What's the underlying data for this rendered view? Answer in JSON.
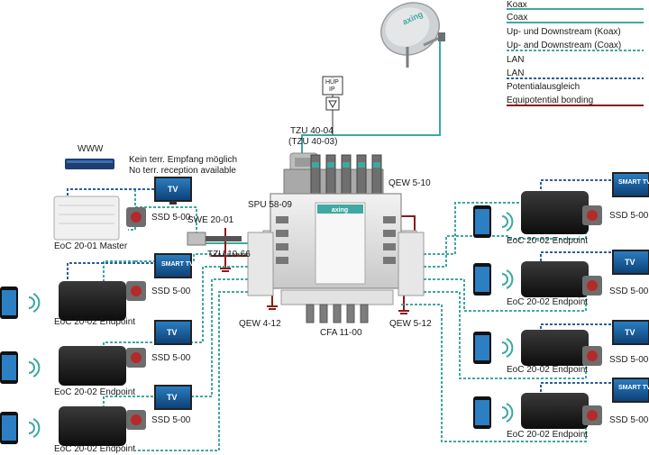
{
  "legend": [
    {
      "label": "Koax",
      "color": "#3fa8a0",
      "style": "solid"
    },
    {
      "label": "Coax",
      "color": "#3fa8a0",
      "style": "solid"
    },
    {
      "label": "Up- und Downstream (Koax)",
      "color": "#3fa8a0",
      "style": "dotted"
    },
    {
      "label": "Up- and Downstream (Coax)",
      "color": "#3fa8a0",
      "style": "dotted"
    },
    {
      "label": "LAN",
      "color": "#2a5f9e",
      "style": "dotted"
    },
    {
      "label": "LAN",
      "color": "#2a5f9e",
      "style": "dotted"
    },
    {
      "label": "Potentialausgleich",
      "color": "#8b1a1a",
      "style": "solid"
    },
    {
      "label": "Equipotential bonding",
      "color": "#8b1a1a",
      "style": "solid"
    }
  ],
  "dish": {
    "brand": "axing"
  },
  "hup": {
    "line1": "HÜP",
    "line2": "IP"
  },
  "labels": {
    "tzu_40_04": "TZU 40-04",
    "tzu_40_03": "(TZU 40-03)",
    "www": "WWW",
    "no_terr_de": "Kein terr. Empfang möglich",
    "no_terr_en": "No terr. reception available",
    "qew_5_10": "QEW 5-10",
    "spu_58_09": "SPU 58-09",
    "swe_20_01": "SWE 20-01",
    "tzu_19_66": "TZU 19-66",
    "eoc_master": "EoC 20-01 Master",
    "qew_4_12": "QEW 4-12",
    "cfa_11_00": "CFA 11-00",
    "qew_5_12": "QEW 5-12"
  },
  "colors": {
    "coax": "#3fa8a0",
    "lan": "#2a5f9e",
    "bonding": "#8b1a1a",
    "device": "#1b1b1b"
  },
  "endpoints_left": [
    {
      "device": "EoC 20-02 Endpoint",
      "tv": "SMART TV",
      "ssd": "SSD 5-00"
    },
    {
      "device": "EoC 20-02 Endpoint",
      "tv": "TV",
      "ssd": "SSD 5-00"
    },
    {
      "device": "EoC 20-02 Endpoint",
      "tv": "TV",
      "ssd": "SSD 5-00"
    }
  ],
  "endpoints_right": [
    {
      "device": "EoC 20-02 Endpoint",
      "tv": "SMART TV",
      "ssd": "SSD 5-00"
    },
    {
      "device": "EoC 20-02 Endpoint",
      "tv": "TV",
      "ssd": "SSD 5-00"
    },
    {
      "device": "EoC 20-02 Endpoint",
      "tv": "TV",
      "ssd": "SSD 5-00"
    },
    {
      "device": "EoC 20-02 Endpoint",
      "tv": "SMART TV",
      "ssd": "SSD 5-00"
    }
  ],
  "master_socket": {
    "tv": "TV",
    "ssd": "SSD 5-00"
  }
}
